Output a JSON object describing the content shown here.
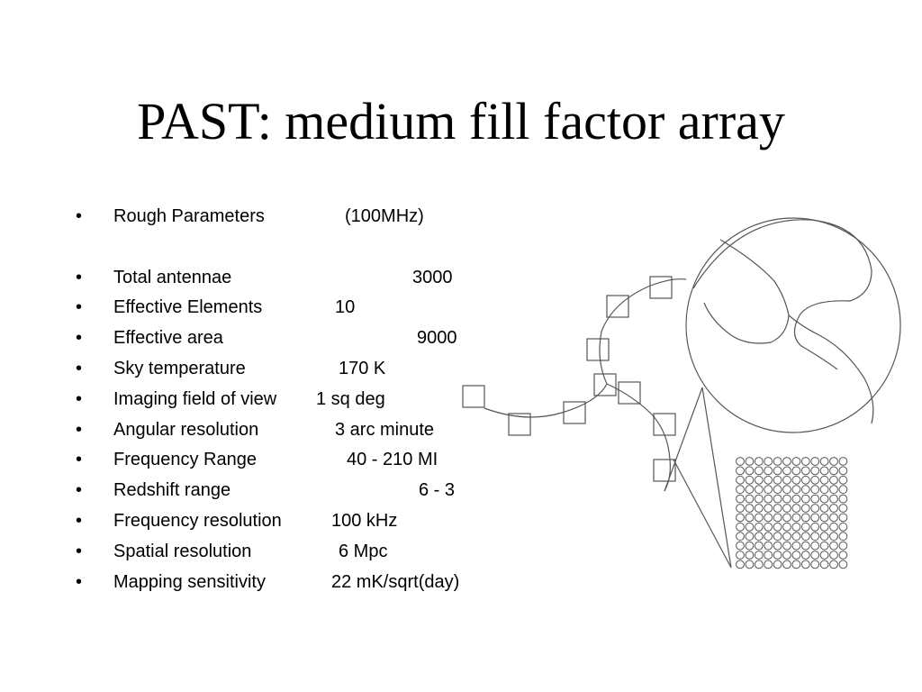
{
  "slide": {
    "title": "PAST: medium fill factor array",
    "bullet_marker": "•",
    "items": [
      {
        "label": "Rough Parameters",
        "value": "(100MHz)"
      },
      {
        "label": "Total antennae",
        "value": "3000"
      },
      {
        "label": "Effective Elements",
        "value": "10"
      },
      {
        "label": "Effective area",
        "value": "9000"
      },
      {
        "label": "Sky temperature",
        "value": "170 K"
      },
      {
        "label": "Imaging field of view",
        "value": "1 sq deg"
      },
      {
        "label": "Angular resolution",
        "value": "3 arc minute"
      },
      {
        "label": "Frequency Range",
        "value": "40 - 210 MI"
      },
      {
        "label": "Redshift range",
        "value": "6 - 3"
      },
      {
        "label": "Frequency resolution",
        "value": "100 kHz"
      },
      {
        "label": "Spatial resolution",
        "value": "6 Mpc"
      },
      {
        "label": "Mapping sensitivity",
        "value": "22 mK/sqrt(day)"
      }
    ]
  }
}
